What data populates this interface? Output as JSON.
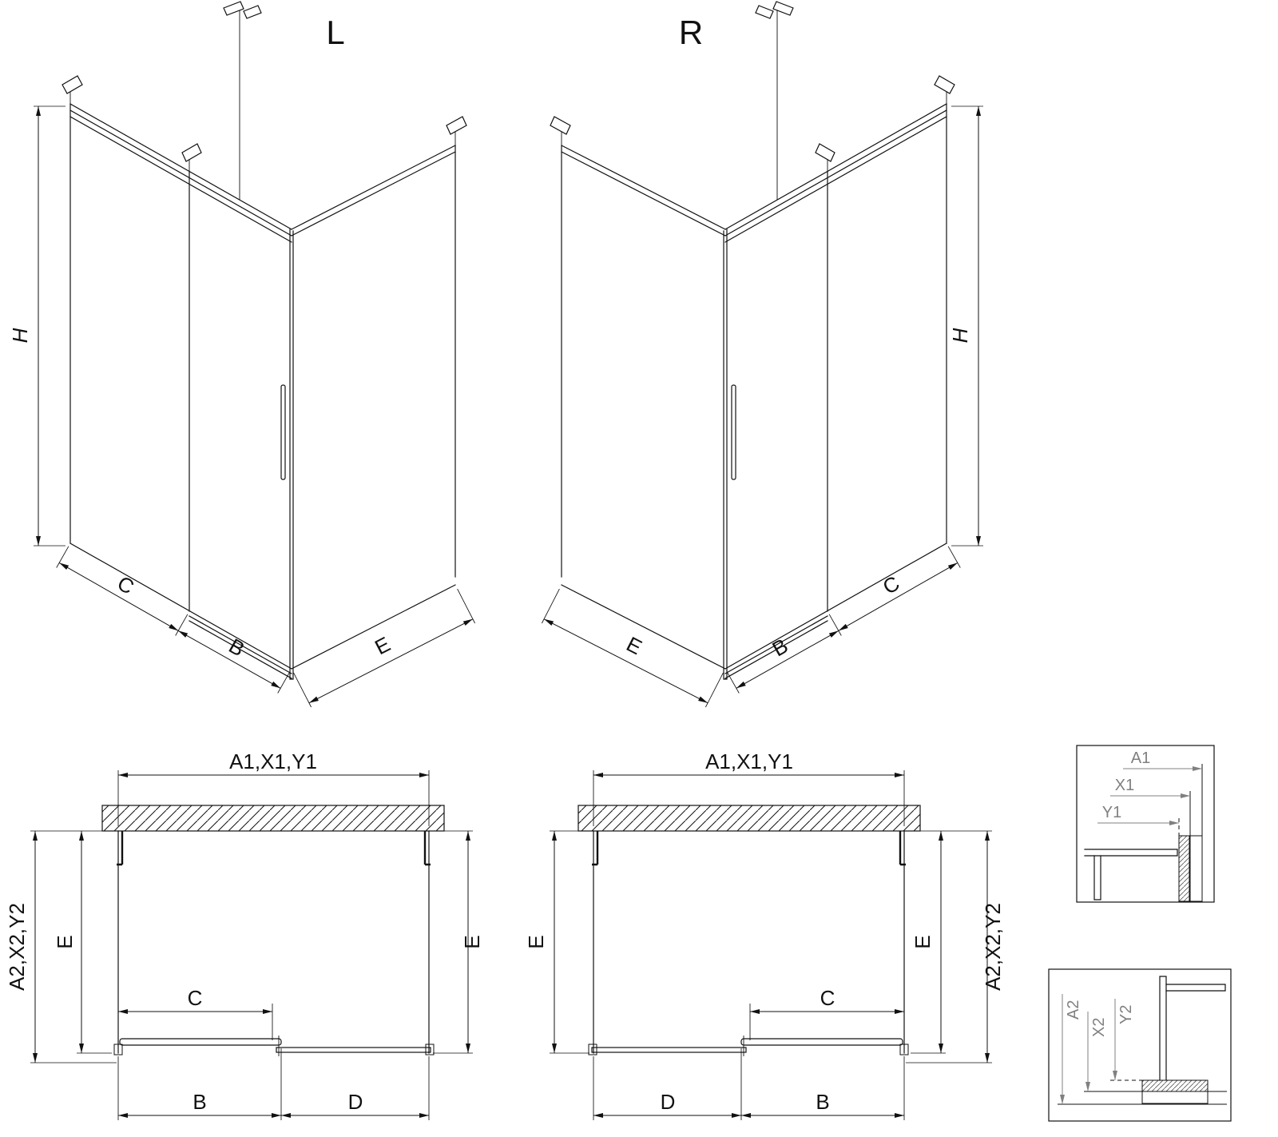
{
  "colors": {
    "line": "#111111",
    "detail_dim": "#808080",
    "background": "#ffffff"
  },
  "iso_left": {
    "label": "L",
    "dim_h": "H",
    "dim_c": "C",
    "dim_b": "B",
    "dim_e": "E"
  },
  "iso_right": {
    "label": "R",
    "dim_h": "H",
    "dim_c": "C",
    "dim_b": "B",
    "dim_e": "E"
  },
  "plan_left": {
    "dim_top": "A1,X1,Y1",
    "dim_side": "A2,X2,Y2",
    "dim_e_left": "E",
    "dim_e_right": "E",
    "dim_c": "C",
    "dim_b": "B",
    "dim_d": "D"
  },
  "plan_right": {
    "dim_top": "A1,X1,Y1",
    "dim_side": "A2,X2,Y2",
    "dim_e_left": "E",
    "dim_e_right": "E",
    "dim_c": "C",
    "dim_b": "B",
    "dim_d": "D"
  },
  "detail_top": {
    "dim_a1": "A1",
    "dim_x1": "X1",
    "dim_y1": "Y1"
  },
  "detail_bottom": {
    "dim_a2": "A2",
    "dim_x2": "X2",
    "dim_y2": "Y2"
  }
}
